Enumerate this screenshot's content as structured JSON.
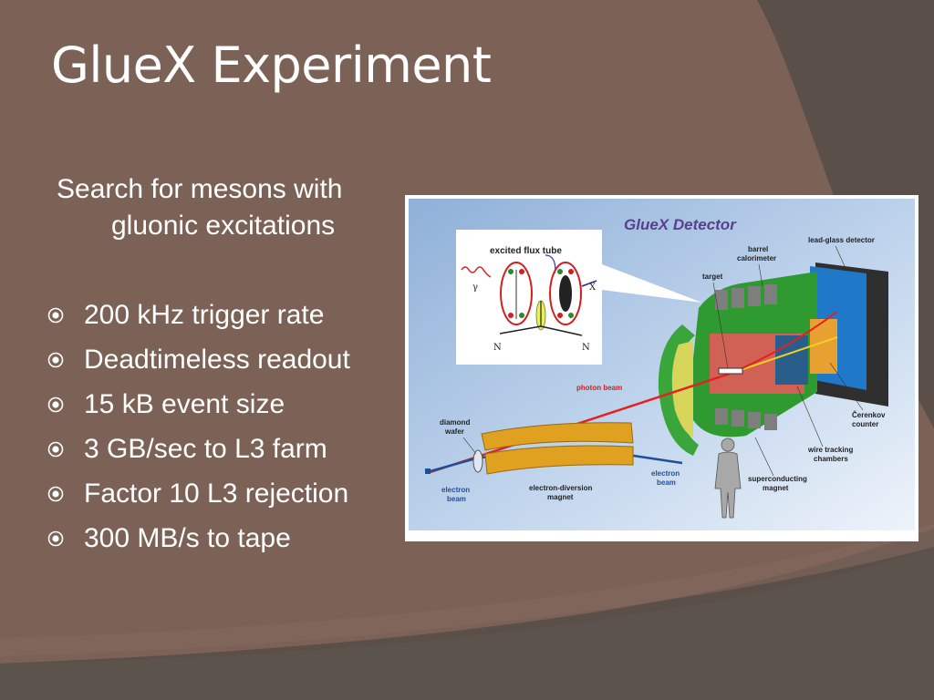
{
  "slide": {
    "title": "GlueX Experiment",
    "intro_line1": "Search for mesons with",
    "intro_line2": "gluonic excitations",
    "bullets": [
      "200 kHz trigger rate",
      "Deadtimeless readout",
      "15 kB event size",
      "3 GB/sec to L3 farm",
      "Factor 10 L3 rejection",
      "300 MB/s to tape"
    ],
    "bullet_icon": "circled-dot-icon"
  },
  "figure": {
    "title": "GlueX Detector",
    "inset_title": "excited flux tube",
    "inset_gamma": "γ",
    "inset_x": "X",
    "inset_n_left": "N",
    "inset_n_right": "N",
    "labels": {
      "lead_glass": "lead-glass detector",
      "barrel_1": "barrel",
      "barrel_2": "calorimeter",
      "target": "target",
      "photon_beam": "photon beam",
      "diamond_1": "diamond",
      "diamond_2": "wafer",
      "cerenkov_1": "Čerenkov",
      "cerenkov_2": "counter",
      "wire_1": "wire tracking",
      "wire_2": "chambers",
      "electron_beam_right_1": "electron",
      "electron_beam_right_2": "beam",
      "electron_beam_left_1": "electron",
      "electron_beam_left_2": "beam",
      "magnet_1": "electron-diversion",
      "magnet_2": "magnet",
      "sc_magnet_1": "superconducting",
      "sc_magnet_2": "magnet"
    }
  },
  "colors": {
    "background": "#7b6156",
    "band_dark": "#5a4f49",
    "text": "#ffffff",
    "figure_title": "#5b3f8f",
    "detector_green": "#2f9a2f",
    "beam_red": "#e52020"
  }
}
